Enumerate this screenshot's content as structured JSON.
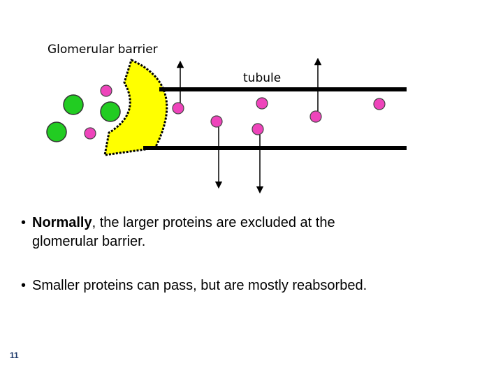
{
  "labels": {
    "barrier": "Glomerular barrier",
    "tubule": "tubule"
  },
  "bullets": [
    {
      "bold": "Normally",
      "first_line_rest": ", the larger proteins are excluded at the",
      "second_line": "glomerular barrier."
    },
    {
      "text": "Smaller proteins can pass, but are mostly reabsorbed."
    }
  ],
  "bullet_symbol": "•",
  "slide_number": "11",
  "colors": {
    "large_protein": "#22cc22",
    "small_protein": "#ee44bb",
    "barrier_fill": "#ffff00",
    "tubule_wall": "#000000"
  }
}
